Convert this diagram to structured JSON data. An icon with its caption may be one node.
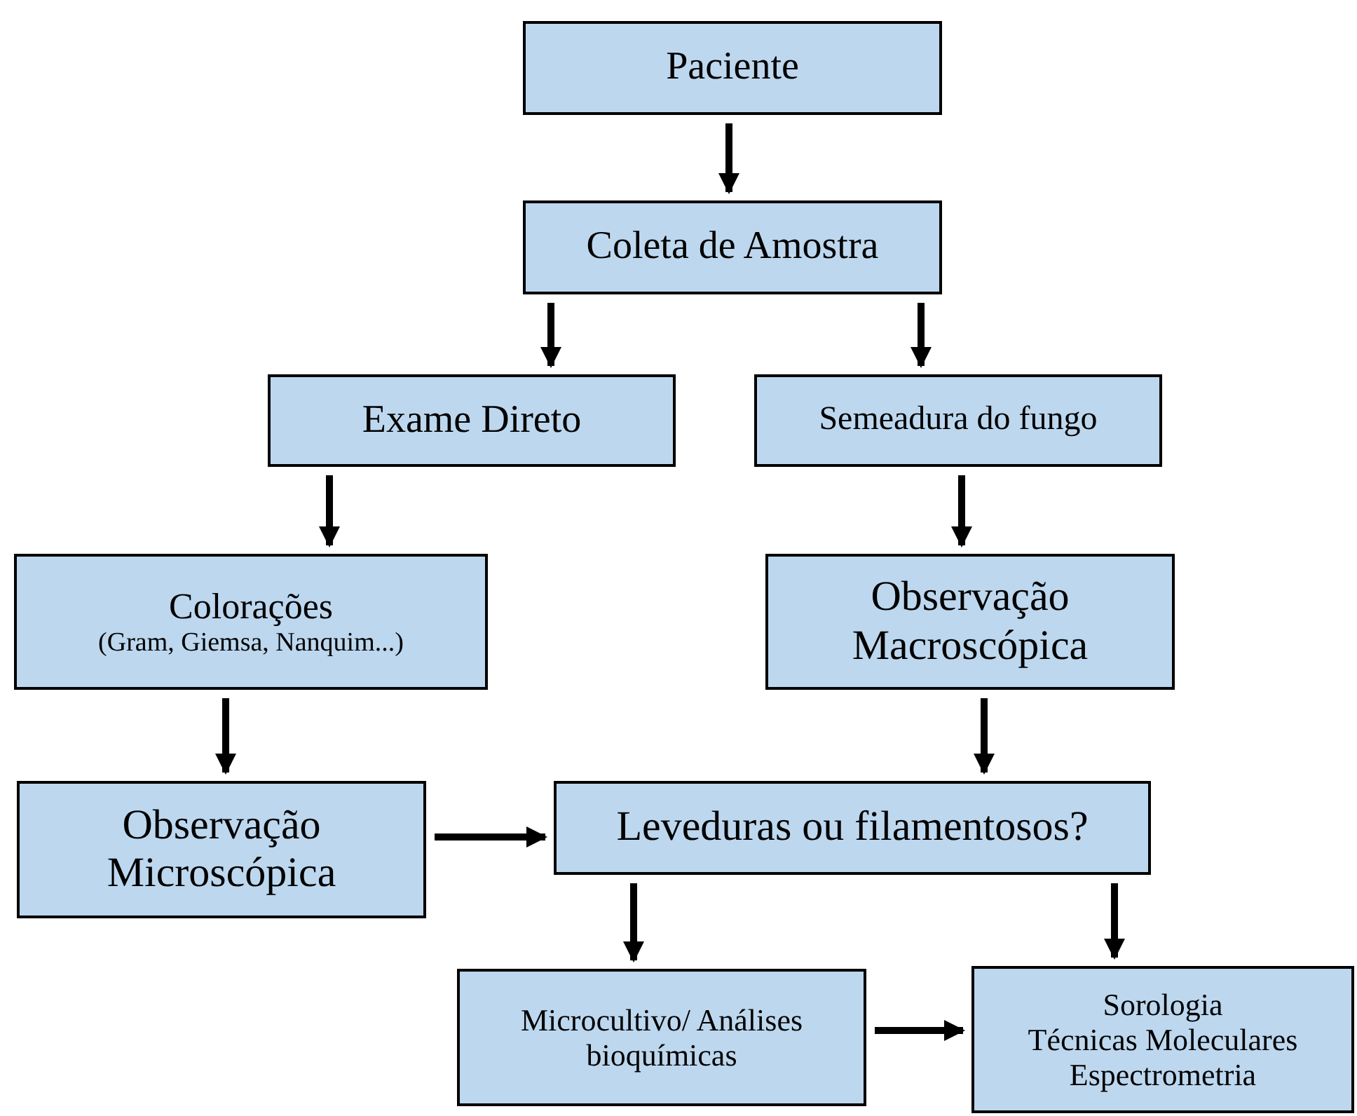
{
  "diagram": {
    "nodes": [
      {
        "text": [
          "Paciente"
        ]
      },
      {
        "text": [
          "Coleta de Amostra"
        ]
      },
      {
        "text": [
          "Exame Direto"
        ]
      },
      {
        "text": [
          "Semeadura do fungo"
        ]
      },
      {
        "text": [
          "Colorações",
          "(Gram, Giemsa, Nanquim...)"
        ]
      },
      {
        "text": [
          "Observação Macroscópica"
        ]
      },
      {
        "text": [
          "Observação Microscópica"
        ]
      },
      {
        "text": [
          "Leveduras ou filamentosos?"
        ]
      },
      {
        "text": [
          "Microcultivo/ Análises bioquímicas"
        ]
      },
      {
        "text": [
          "Sorologia",
          "Técnicas Moleculares",
          "Espectrometria"
        ]
      }
    ],
    "edges": [
      {
        "from": 0,
        "to": 1,
        "arrow": "to"
      },
      {
        "from": 1,
        "to": 2,
        "arrow": "to"
      },
      {
        "from": 1,
        "to": 3,
        "arrow": "to"
      },
      {
        "from": 2,
        "to": 4,
        "arrow": "to"
      },
      {
        "from": 3,
        "to": 5,
        "arrow": "to"
      },
      {
        "from": 4,
        "to": 6,
        "arrow": "to"
      },
      {
        "from": 5,
        "to": 7,
        "arrow": "to"
      },
      {
        "from": 6,
        "to": 7,
        "arrow": "to"
      },
      {
        "from": 7,
        "to": 8,
        "arrow": "to"
      },
      {
        "from": 7,
        "to": 9,
        "arrow": "to"
      },
      {
        "from": 8,
        "to": 9,
        "arrow": "to"
      }
    ]
  }
}
